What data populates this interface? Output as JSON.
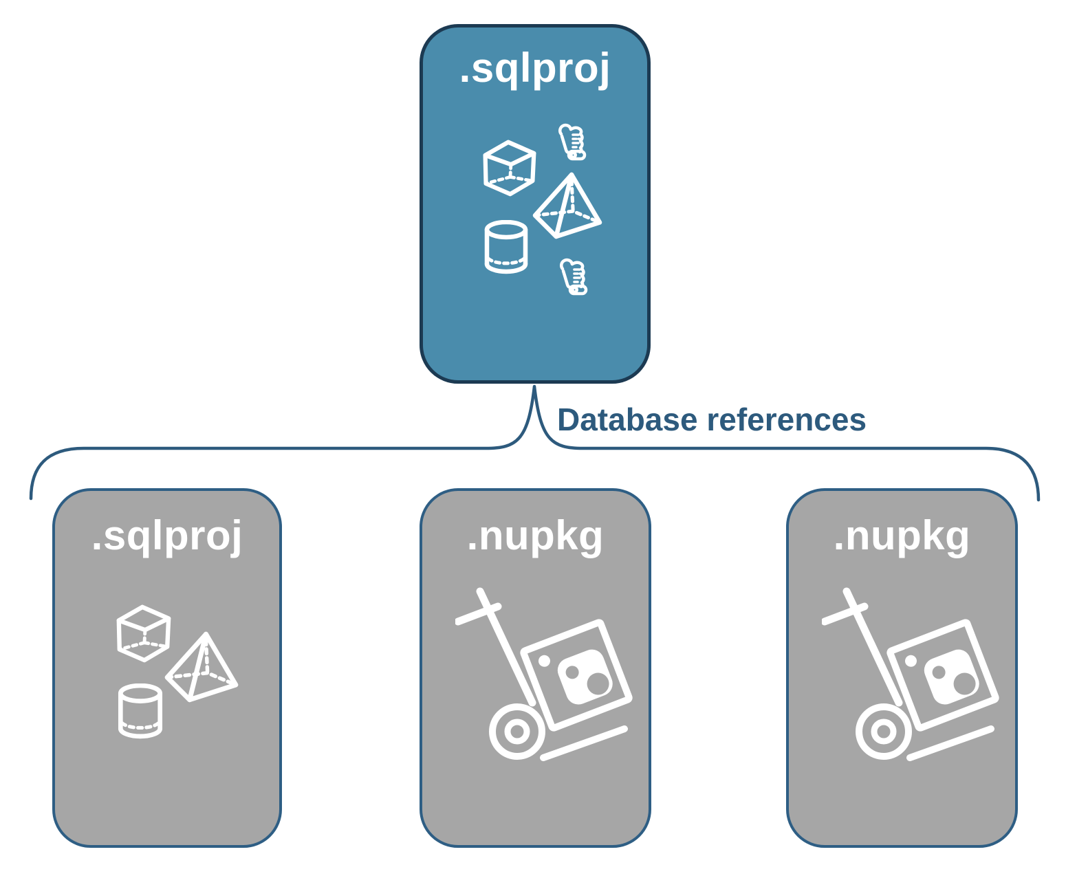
{
  "diagram": {
    "connector": {
      "label": "Database references",
      "type": "curly-brace"
    },
    "colors": {
      "teal": "#4A8CAC",
      "teal-border": "#1C3A52",
      "gray": "#A6A6A6",
      "gray-border": "#2E5E84",
      "accent": "#2D5A7D",
      "icon": "#FFFFFF",
      "title-text": "#FFFFFF"
    },
    "nodes": {
      "root": {
        "title": ".sqlproj",
        "kind": "sql-project",
        "icons": [
          "script-scroll-icon",
          "cube-icon",
          "pyramid-icon",
          "cylinder-icon",
          "script-scroll-icon"
        ]
      },
      "children": [
        {
          "title": ".sqlproj",
          "kind": "sql-project",
          "icons": [
            "cube-icon",
            "pyramid-icon",
            "cylinder-icon"
          ]
        },
        {
          "title": ".nupkg",
          "kind": "nuget-package",
          "icons": [
            "package-dolly-icon"
          ]
        },
        {
          "title": ".nupkg",
          "kind": "nuget-package",
          "icons": [
            "package-dolly-icon"
          ]
        }
      ]
    }
  }
}
